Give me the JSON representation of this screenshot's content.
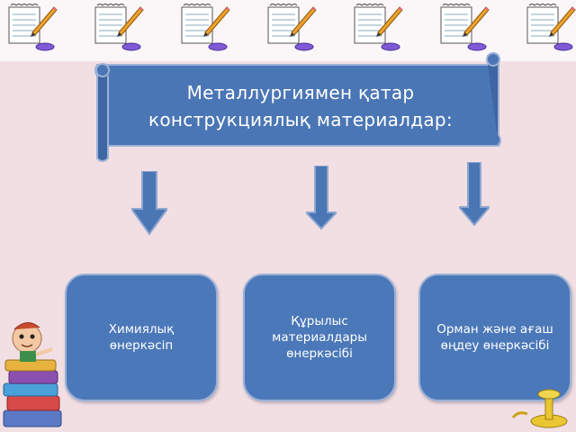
{
  "title": "Металлургиямен қатар конструкциялық материалдар:",
  "title_lines": [
    "Металлургиямен қатар",
    "конструкциялық материалдар:"
  ],
  "boxes": [
    {
      "label": "Химиялық өнеркәсіп"
    },
    {
      "label": "Құрылыс материалдары өнеркәсібі"
    },
    {
      "label": "Орман және ағаш өңдеу өнеркәсібі"
    }
  ],
  "colors": {
    "background": "#f2dfe3",
    "box_fill": "#4b78b8",
    "box_border": "#9bb1d8",
    "arrow_fill": "#4a76b4",
    "text": "#ffffff"
  },
  "decorations": [
    "notepad-with-pencil-icon",
    "books-character-icon",
    "oil-lamp-icon"
  ]
}
